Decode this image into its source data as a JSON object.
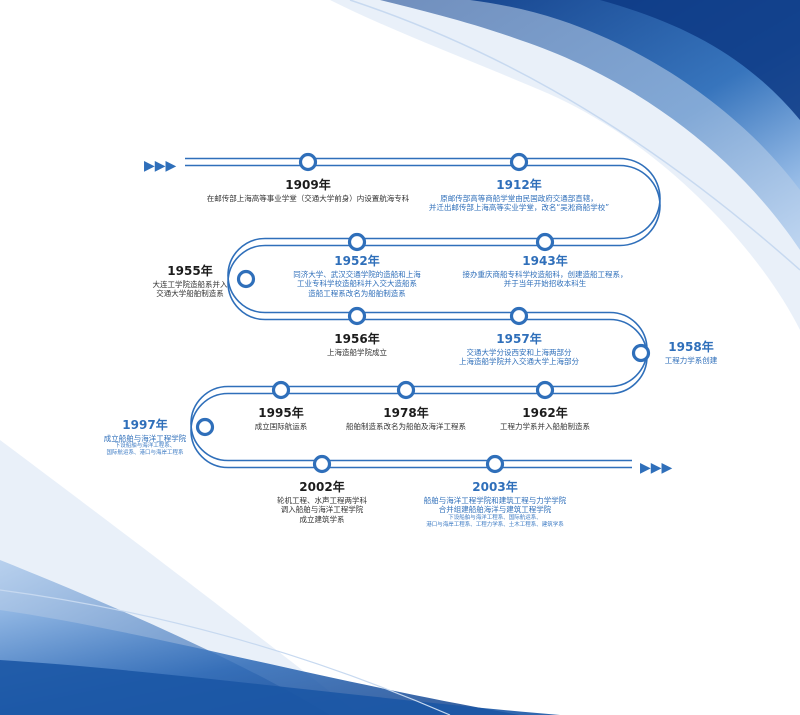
{
  "colors": {
    "accent": "#2f6fba",
    "track": "#2f6fba",
    "text_dark": "#1c1c1c",
    "wave_dark": "#1f5aa8",
    "wave_light": "#a9c6e8"
  },
  "icons": {
    "start_arrows": "▶▶▶",
    "end_arrows": "▶▶▶"
  },
  "events": [
    {
      "id": "1909",
      "year": "1909年",
      "lines": [
        "在邮传部上海高等事业学堂（交通大学前身）内设置航海专科"
      ]
    },
    {
      "id": "1912",
      "year": "1912年",
      "lines": [
        "原邮传部高等商船学堂由民国政府交通部直辖，",
        "并迁出邮传部上海高等实业学堂，改名“吴淞商船学校”"
      ]
    },
    {
      "id": "1943",
      "year": "1943年",
      "lines": [
        "接办重庆商船专科学校造船科，创建造船工程系，",
        "并于当年开始招收本科生"
      ]
    },
    {
      "id": "1952",
      "year": "1952年",
      "lines": [
        "同济大学、武汉交通学院的造船和上海",
        "工业专科学校造船科并入交大造船系",
        "造船工程系改名为船舶制造系"
      ]
    },
    {
      "id": "1955",
      "year": "1955年",
      "lines": [
        "大连工学院造船系并入",
        "交通大学船舶制造系"
      ]
    },
    {
      "id": "1956",
      "year": "1956年",
      "lines": [
        "上海造船学院成立"
      ]
    },
    {
      "id": "1957",
      "year": "1957年",
      "lines": [
        "交通大学分设西安和上海两部分",
        "上海造船学院并入交通大学上海部分"
      ]
    },
    {
      "id": "1958",
      "year": "1958年",
      "lines": [
        "工程力学系创建"
      ]
    },
    {
      "id": "1962",
      "year": "1962年",
      "lines": [
        "工程力学系并入船舶制造系"
      ]
    },
    {
      "id": "1978",
      "year": "1978年",
      "lines": [
        "船舶制造系改名为船舶及海洋工程系"
      ]
    },
    {
      "id": "1995",
      "year": "1995年",
      "lines": [
        "成立国际航运系"
      ]
    },
    {
      "id": "1997",
      "year": "1997年",
      "lines": [
        "成立船舶与海洋工程学院"
      ],
      "small": [
        "下设船舶与海洋工程系、",
        "国际航运系、港口与海岸工程系"
      ]
    },
    {
      "id": "2002",
      "year": "2002年",
      "lines": [
        "轮机工程、水声工程两学科",
        "调入船舶与海洋工程学院",
        "成立建筑学系"
      ]
    },
    {
      "id": "2003",
      "year": "2003年",
      "lines": [
        "船舶与海洋工程学院和建筑工程与力学学院",
        "合并组建船舶海洋与建筑工程学院"
      ],
      "small": [
        "下设船舶与海洋工程系、国际航运系、",
        "港口与海岸工程系、工程力学系、土木工程系、建筑学系"
      ]
    }
  ]
}
